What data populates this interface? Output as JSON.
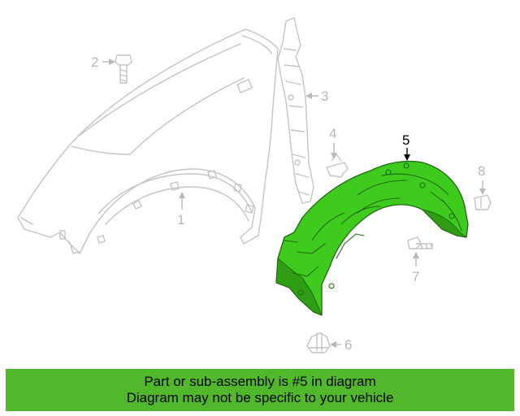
{
  "diagram": {
    "callouts": [
      {
        "id": "1",
        "label": "1",
        "highlighted": false
      },
      {
        "id": "2",
        "label": "2",
        "highlighted": false
      },
      {
        "id": "3",
        "label": "3",
        "highlighted": false
      },
      {
        "id": "4",
        "label": "4",
        "highlighted": false
      },
      {
        "id": "5",
        "label": "5",
        "highlighted": true
      },
      {
        "id": "6",
        "label": "6",
        "highlighted": false
      },
      {
        "id": "7",
        "label": "7",
        "highlighted": false
      },
      {
        "id": "8",
        "label": "8",
        "highlighted": false
      }
    ],
    "colors": {
      "highlight_part": "#3fca1e",
      "ghost_parts": "#c4c4c4",
      "banner": "#52b82b"
    }
  },
  "banner": {
    "line1": "Part or sub-assembly is #5 in diagram",
    "line2": "Diagram may not be specific to your vehicle"
  }
}
